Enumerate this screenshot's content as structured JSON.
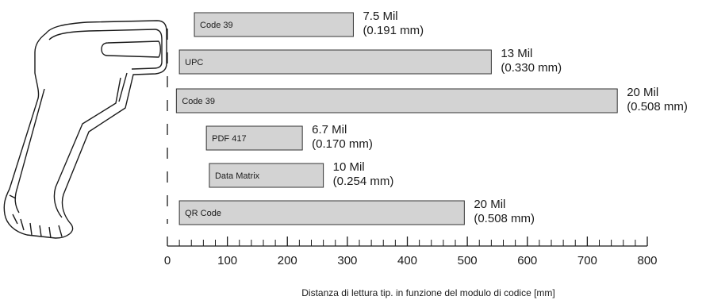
{
  "chart_data": {
    "type": "bar",
    "orientation": "horizontal",
    "xlabel": "Distanza di lettura tip. in funzione del modulo di codice [mm]",
    "xlim": [
      0,
      800
    ],
    "major_ticks": [
      0,
      100,
      200,
      300,
      400,
      500,
      600,
      700,
      800
    ],
    "minor_tick_step": 20,
    "bars": [
      {
        "code": "Code 39",
        "start": 45,
        "end": 310,
        "resolution": "7.5 Mil",
        "resolution_mm": "(0.191 mm)"
      },
      {
        "code": "UPC",
        "start": 20,
        "end": 540,
        "resolution": "13 Mil",
        "resolution_mm": "(0.330 mm)"
      },
      {
        "code": "Code 39",
        "start": 15,
        "end": 750,
        "resolution": "20 Mil",
        "resolution_mm": "(0.508 mm)"
      },
      {
        "code": "PDF 417",
        "start": 65,
        "end": 225,
        "resolution": "6.7 Mil",
        "resolution_mm": "(0.170 mm)"
      },
      {
        "code": "Data Matrix",
        "start": 70,
        "end": 260,
        "resolution": "10 Mil",
        "resolution_mm": "(0.254 mm)"
      },
      {
        "code": "QR Code",
        "start": 20,
        "end": 495,
        "resolution": "20 Mil",
        "resolution_mm": "(0.508 mm)"
      }
    ],
    "bar_color": "#d3d3d3",
    "bar_stroke": "#333333",
    "grid": false
  },
  "illustration": {
    "name": "handheld-barcode-scanner"
  }
}
